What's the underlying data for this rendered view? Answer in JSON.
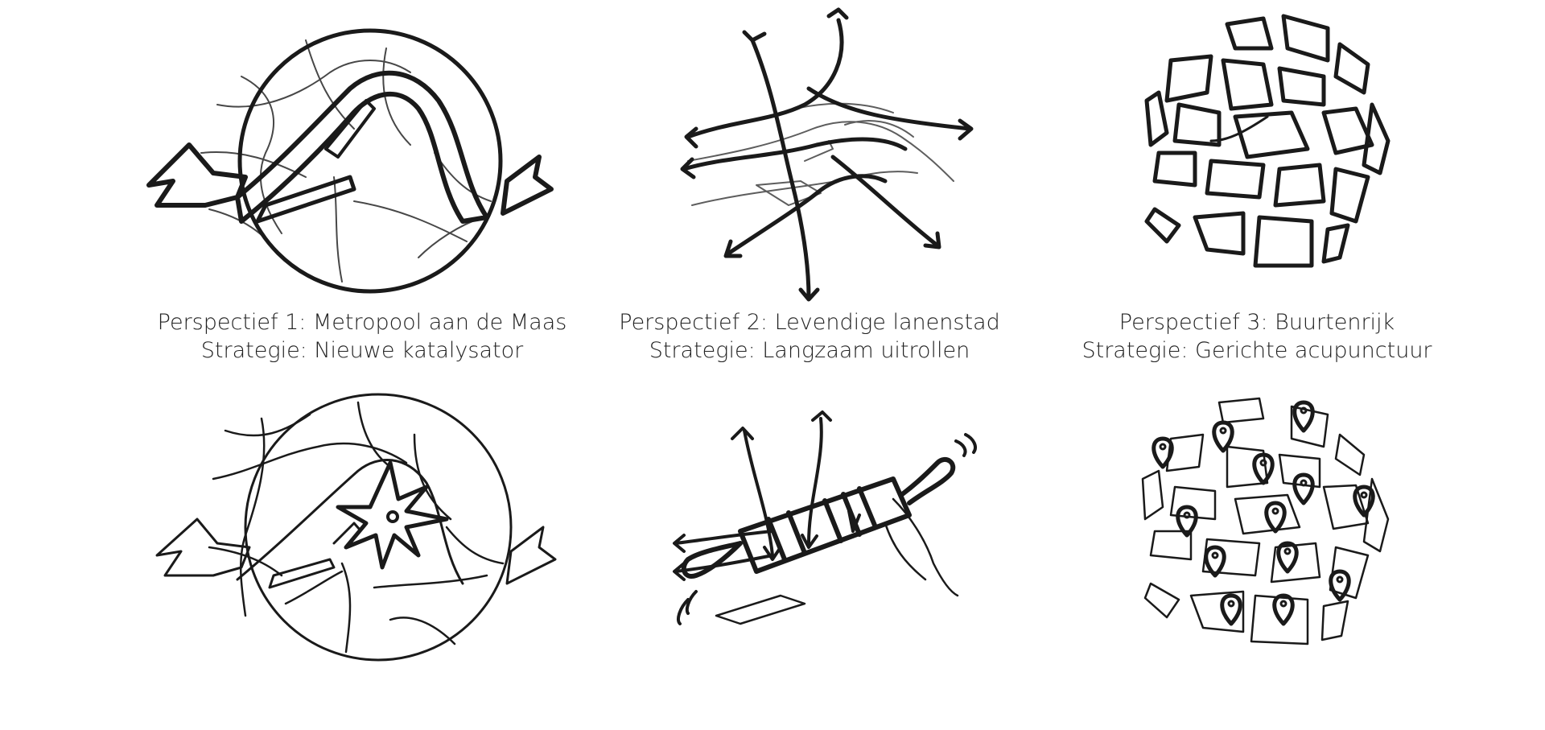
{
  "perspectives": [
    {
      "title": "Perspectief 1: Metropool aan de Maas",
      "strategy": "Strategie: Nieuwe katalysator"
    },
    {
      "title": "Perspectief 2: Levendige lanenstad",
      "strategy": "Strategie: Langzaam uitrollen"
    },
    {
      "title": "Perspectief 3: Buurtenrijk",
      "strategy": "Strategie: Gerichte acupunctuur"
    }
  ],
  "icons": {
    "top": [
      "river-city-circle-icon",
      "radiating-arrows-city-icon",
      "neighbourhood-cells-circle-icon"
    ],
    "bottom": [
      "catalyst-star-city-icon",
      "rolling-pin-arrows-icon",
      "acupuncture-pins-circle-icon"
    ]
  },
  "ink_color": "#1a1a1a"
}
